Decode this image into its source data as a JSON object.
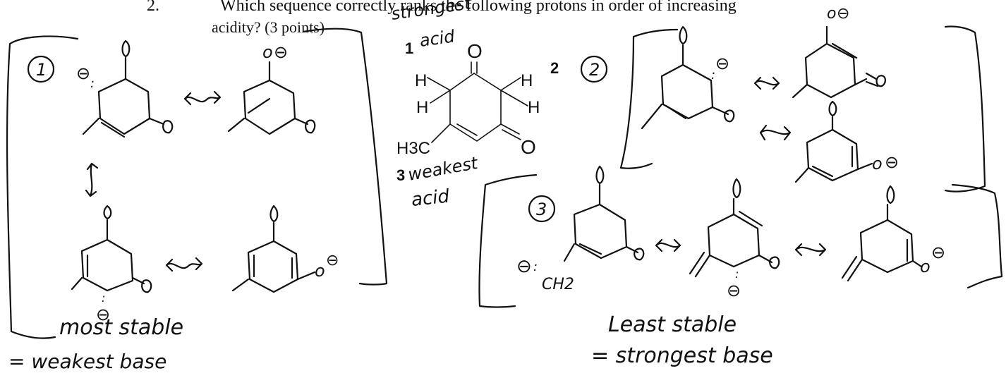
{
  "question": {
    "number": "2.",
    "line1": "Which sequence correctly ranks the following protons in order of increasing",
    "line2": "acidity? (3 points)"
  },
  "center_molecule": {
    "proton_label_1": "1",
    "proton_label_2": "2",
    "proton_label_3": "3",
    "atom_h": "H",
    "atom_o": "O",
    "methyl": "H3C",
    "note_strongest_1": "strongest",
    "note_strongest_2": "acid",
    "note_weakest_1": "weakest",
    "note_weakest_2": "acid"
  },
  "group_1": {
    "label": "1",
    "note_line1": "most stable",
    "note_line2": "= weakest base"
  },
  "group_2": {
    "label": "2"
  },
  "group_3": {
    "label": "3",
    "ch2_label": "CH2",
    "note_line1": "Least stable",
    "note_line2": "= strongest base"
  },
  "symbols": {
    "minus_charge": "⊖",
    "lone_pair": ":"
  }
}
